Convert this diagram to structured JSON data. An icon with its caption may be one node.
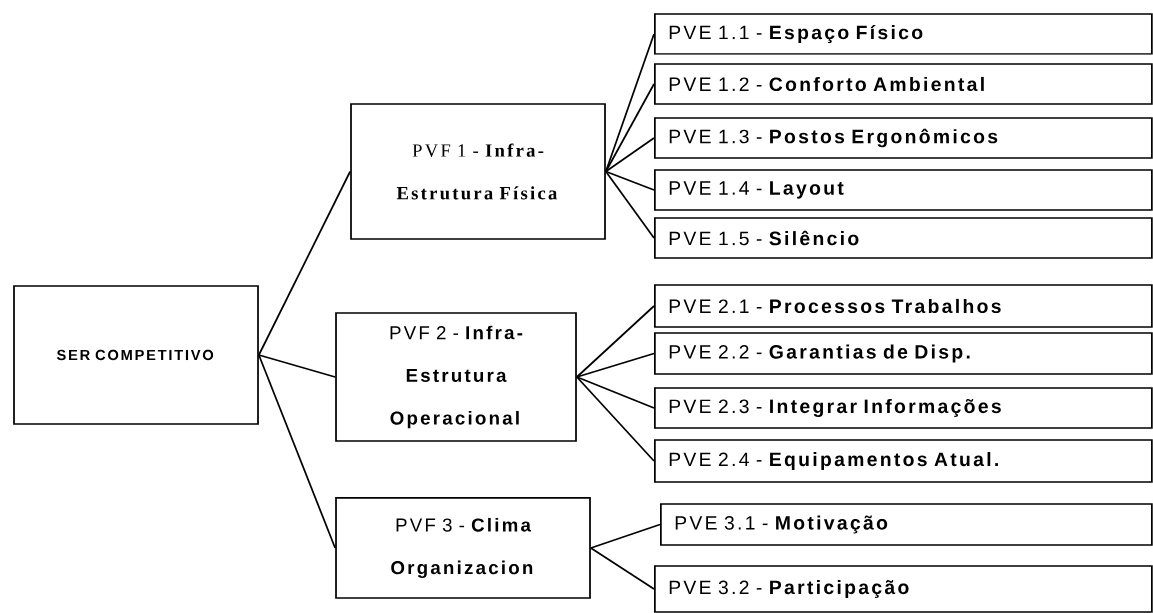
{
  "diagram": {
    "nodes": [
      {
        "text": [
          "**SER COMPETITIVO**"
        ]
      },
      {
        "text": [
          "PVF 1 - **Infra- Estrutura Física**"
        ]
      },
      {
        "text": [
          "PVF 2 - **Infra- Estrutura Operacional**"
        ]
      },
      {
        "text": [
          "PVF 3 - **Clima Organizacion**"
        ]
      },
      {
        "text": [
          "PVE 1.1 - **Espaço Físico**"
        ]
      },
      {
        "text": [
          "PVE 1.2 - **Conforto Ambiental**"
        ]
      },
      {
        "text": [
          "PVE 1.3 - **Postos Ergonômicos**"
        ]
      },
      {
        "text": [
          "PVE 1.4 - **Layout**"
        ]
      },
      {
        "text": [
          "PVE 1.5 - **Silêncio**"
        ]
      },
      {
        "text": [
          "PVE 2.1 - **Processos Trabalhos**"
        ]
      },
      {
        "text": [
          "PVE 2.2 - **Garantias de Disp.**"
        ]
      },
      {
        "text": [
          "PVE 2.3 - **Integrar Informações**"
        ]
      },
      {
        "text": [
          "PVE 2.4 - **Equipamentos Atual.**"
        ]
      },
      {
        "text": [
          "PVE 3.1 - **Motivação**"
        ]
      },
      {
        "text": [
          "PVE 3.2 - **Participação**"
        ]
      }
    ],
    "edges": [
      {
        "from": 0,
        "to": 1,
        "arrow": "none"
      },
      {
        "from": 0,
        "to": 2,
        "arrow": "none"
      },
      {
        "from": 0,
        "to": 3,
        "arrow": "none"
      },
      {
        "from": 1,
        "to": 4,
        "arrow": "none"
      },
      {
        "from": 1,
        "to": 5,
        "arrow": "none"
      },
      {
        "from": 1,
        "to": 6,
        "arrow": "none"
      },
      {
        "from": 1,
        "to": 7,
        "arrow": "none"
      },
      {
        "from": 1,
        "to": 8,
        "arrow": "none"
      },
      {
        "from": 2,
        "to": 9,
        "arrow": "none"
      },
      {
        "from": 2,
        "to": 10,
        "arrow": "none"
      },
      {
        "from": 2,
        "to": 11,
        "arrow": "none"
      },
      {
        "from": 2,
        "to": 12,
        "arrow": "none"
      },
      {
        "from": 3,
        "to": 13,
        "arrow": "none"
      },
      {
        "from": 3,
        "to": 14,
        "arrow": "none"
      }
    ]
  }
}
